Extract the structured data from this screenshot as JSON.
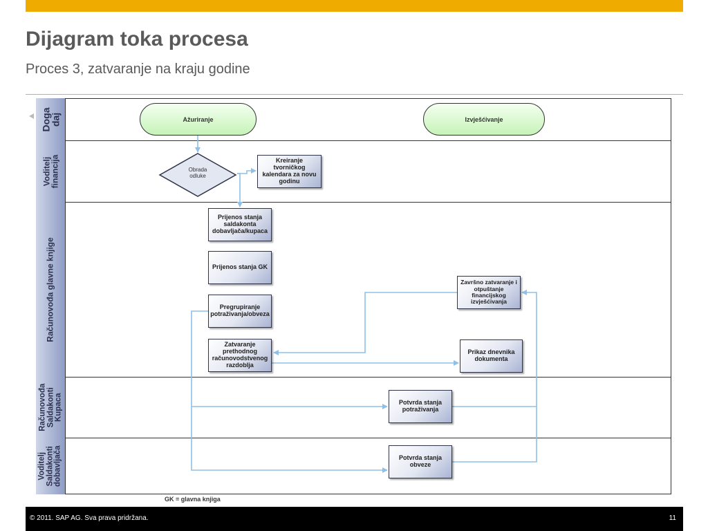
{
  "header": {
    "title": "Dijagram toka procesa",
    "subtitle": "Proces 3, zatvaranje na kraju godine"
  },
  "lanes": [
    {
      "label": "Doga\ndaj"
    },
    {
      "label": "Voditelj\nfinancija"
    },
    {
      "label": "Računovođa glavne knjige"
    },
    {
      "label": "Računovođa\nSaldakonti\nKupaca"
    },
    {
      "label": "Voditelj\nSaldakonti\ndobavljača"
    }
  ],
  "nodes": {
    "event_azuriranje": "Ažuriranje",
    "event_izvjescivanje": "Izvješćivanje",
    "decision_obrada": "Obrada\nodluke",
    "kreiranje_kalendara": "Kreiranje tvorničkog kalendara za novu godinu",
    "prijenos_saldakonta": "Prijenos stanja saldakonta dobavljača/kupaca",
    "prijenos_gk": "Prijenos stanja GK",
    "pregrupiranje": "Pregrupiranje potraživanja/obveza",
    "zavrsno_zatvaranje": "Završno zatvaranje i otpuštanje financijskog izvješćivanja",
    "zatvaranje_prethodnog": "Zatvaranje prethodnog računovodstvenog razdoblja",
    "prikaz_dnevnika": "Prikaz dnevnika dokumenta",
    "potvrda_potrazivanja": "Potvrda stanja potraživanja",
    "potvrda_obveze": "Potvrda stanja obveze"
  },
  "note": "GK = glavna knjiga",
  "footer": {
    "copyright": "©  2011. SAP AG. Sva prava pridržana.",
    "page_number": "11"
  },
  "colors": {
    "accent_bar": "#f0ab00",
    "connector": "#8fc0e8",
    "footer_bg": "#000000"
  }
}
